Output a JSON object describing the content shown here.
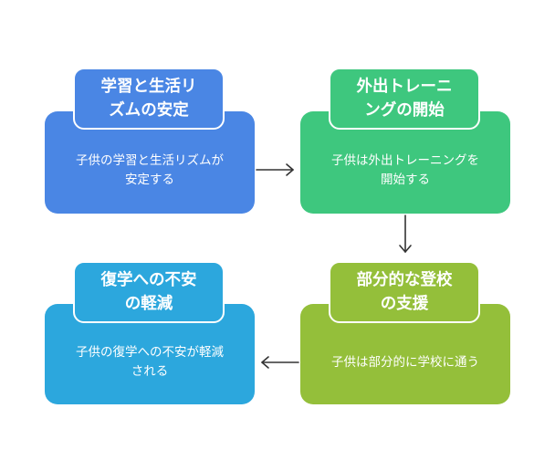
{
  "colors": {
    "step1": "#4A86E4",
    "step2": "#3EC77E",
    "step3": "#94BF3A",
    "step4": "#2CA7DD",
    "arrow": "#333333"
  },
  "steps": [
    {
      "title": "学習と生活リ\nズムの安定",
      "description": "子供の学習と生活リズムが\n安定する"
    },
    {
      "title": "外出トレーニ\nングの開始",
      "description": "子供は外出トレーニングを\n開始する"
    },
    {
      "title": "部分的な登校\nの支援",
      "description": "子供は部分的に学校に通う"
    },
    {
      "title": "復学への不安\nの軽減",
      "description": "子供の復学への不安が軽減\nされる"
    }
  ]
}
